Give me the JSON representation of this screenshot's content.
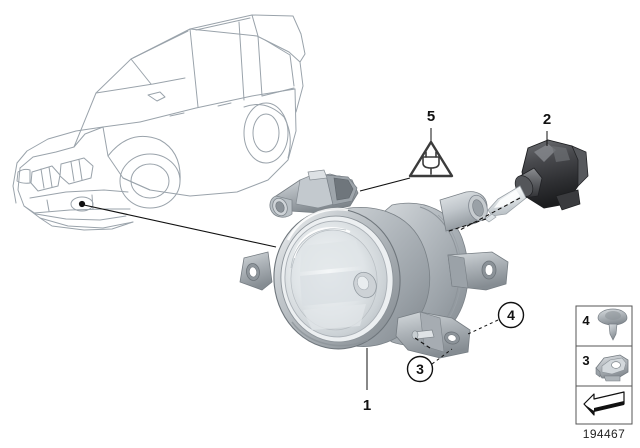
{
  "diagram": {
    "title": "Fog lamp assembly exploded parts diagram",
    "part_number": "194467",
    "vehicle_icon_name": "bmw-x1-suv-outline",
    "background_color": "#ffffff",
    "line_color": "#9aa3ab",
    "callouts": [
      {
        "id": "1",
        "label": "1",
        "style": "plain",
        "target": "fog-lamp-assembly"
      },
      {
        "id": "2",
        "label": "2",
        "style": "plain",
        "target": "halogen-bulb"
      },
      {
        "id": "3",
        "label": "3",
        "style": "circled",
        "target": "bracket-clip"
      },
      {
        "id": "4",
        "label": "4",
        "style": "circled",
        "target": "expanding-rivet"
      },
      {
        "id": "5",
        "label": "5",
        "style": "plain",
        "target": "electrical-warning-symbol"
      }
    ],
    "warning_symbol": {
      "name": "electrical-plug-warning-triangle",
      "callout": "5"
    },
    "legend": {
      "rows": [
        {
          "num": "4",
          "icon_name": "expanding-rivet-icon"
        },
        {
          "num": "3",
          "icon_name": "spring-clip-icon"
        },
        {
          "num": "",
          "icon_name": "arrow-direction-icon"
        }
      ],
      "caption": "194467"
    },
    "parts": [
      {
        "name": "fog-lamp-assembly",
        "callout": "1"
      },
      {
        "name": "halogen-bulb",
        "callout": "2"
      },
      {
        "name": "spring-clip",
        "callout": "3"
      },
      {
        "name": "expanding-rivet",
        "callout": "4"
      }
    ]
  }
}
